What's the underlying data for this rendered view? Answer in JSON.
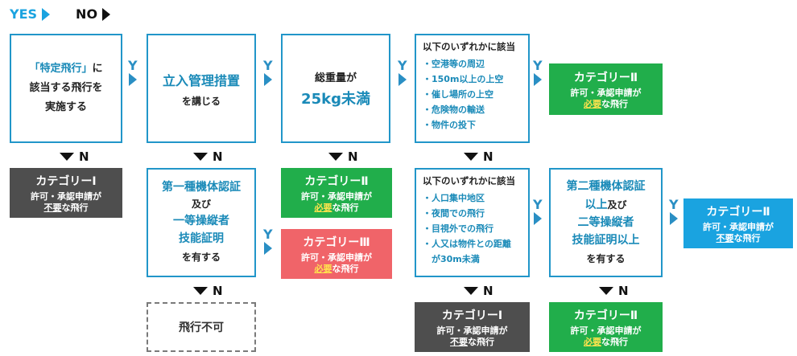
{
  "legend": {
    "yes": "YES",
    "no": "NO"
  },
  "yes_label": "Y",
  "no_label": "N",
  "q1": {
    "line1a": "「特定飛行」",
    "line1b": "に",
    "line2": "該当する飛行を",
    "line3": "実施する"
  },
  "q2": {
    "line1": "立入管理措置",
    "line2": "を講じる"
  },
  "q3": {
    "line1": "総重量が",
    "line2": "25kg未満"
  },
  "q4": {
    "header": "以下のいずれかに該当",
    "items": [
      "・空港等の周辺",
      "・150m以上の上空",
      "・催し場所の上空",
      "・危険物の輸送",
      "・物件の投下"
    ]
  },
  "q5": {
    "line1": "第一種機体認証",
    "line2": "及び",
    "line3": "一等操縦者",
    "line4": "技能証明",
    "line5": "を有する"
  },
  "q6": {
    "header": "以下のいずれかに該当",
    "items": [
      "・人口集中地区",
      "・夜間での飛行",
      "・目視外での飛行",
      "・人又は物件との距離",
      "　が30m未満"
    ]
  },
  "q7": {
    "line1": "第二種機体認証",
    "line2a": "以上",
    "line2b": "及び",
    "line3": "二等操縦者",
    "line4": "技能証明以上",
    "line5": "を有する"
  },
  "results": {
    "cat1_a": {
      "title": "カテゴリーⅠ",
      "sub1": "許可・承認申請が",
      "sub2a": "不要",
      "sub2b": "な飛行"
    },
    "cat2_top": {
      "title": "カテゴリーⅡ",
      "sub1": "許可・承認申請が",
      "sub2a": "必要",
      "sub2b": "な飛行"
    },
    "cat2_mid": {
      "title": "カテゴリーⅡ",
      "sub1": "許可・承認申請が",
      "sub2a": "必要",
      "sub2b": "な飛行"
    },
    "cat3": {
      "title": "カテゴリーⅢ",
      "sub1": "許可・承認申請が",
      "sub2a": "必要",
      "sub2b": "な飛行"
    },
    "cat2_blue": {
      "title": "カテゴリーⅡ",
      "sub1": "許可・承認申請が",
      "sub2a": "不要",
      "sub2b": "な飛行"
    },
    "cat1_b": {
      "title": "カテゴリーⅠ",
      "sub1": "許可・承認申請が",
      "sub2a": "不要",
      "sub2b": "な飛行"
    },
    "cat2_bottom": {
      "title": "カテゴリーⅡ",
      "sub1": "許可・承認申請が",
      "sub2a": "必要",
      "sub2b": "な飛行"
    }
  },
  "no_flight": "飛行不可",
  "colors": {
    "question_border": "#2196c9",
    "gray": "#4e4e4e",
    "green": "#21ae4b",
    "red": "#f06469",
    "blue": "#1aa3e0",
    "highlight": "#ffe34d"
  }
}
